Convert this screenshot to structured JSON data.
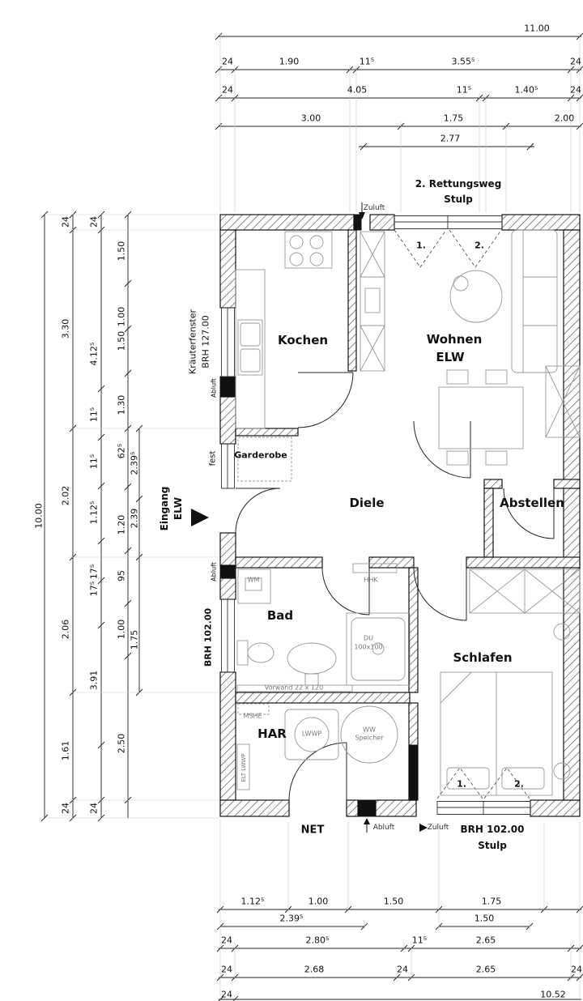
{
  "colors": {
    "ink": "#111111",
    "hatch": "#555555",
    "furniture": "#999999"
  },
  "rooms": {
    "kochen": "Kochen",
    "wohnen": "Wohnen",
    "wohnen_sub": "ELW",
    "garderobe": "Garderobe",
    "diele": "Diele",
    "abstellen": "Abstellen",
    "bad": "Bad",
    "schlafen": "Schlafen",
    "har": "HAR",
    "net": "NET"
  },
  "annotations": {
    "rettungsweg": "2. Rettungsweg",
    "stulp_top": "Stulp",
    "zuluft_top": "Zuluft",
    "sash1_top": "1.",
    "sash2_top": "2.",
    "kraeuterfenster": "Kräuterfenster",
    "brh127": "BRH 127.00",
    "abluft_left1": "Abluft",
    "fest": "fest",
    "eingang": "Eingang",
    "eingang_elw": "ELW",
    "abluft_left2": "Abluft",
    "brh102_left": "BRH 102.00",
    "wm": "WM",
    "hhk": "HHK",
    "du": "DU",
    "du_size": "100x100",
    "vorwand": "Vorwand 22 x 120",
    "mshe": "MSHE",
    "lwwp": "LWWP",
    "ww": "WW",
    "ww2": "Speicher",
    "elt": "ELT LWWP",
    "sash1_bottom": "1.",
    "sash2_bottom": "2.",
    "abluft_bottom": "Abluft",
    "zuluft_bottom": "Zuluft",
    "brh102_bottom": "BRH 102.00",
    "stulp_bottom": "Stulp"
  },
  "dims_top": {
    "total": "11.00",
    "row2": [
      "24",
      "1.90",
      "11⁵",
      "3.55⁵",
      "24"
    ],
    "row3": [
      "24",
      "4.05",
      "11⁵",
      "1.40⁵",
      "24"
    ],
    "row4": [
      "3.00",
      "1.75",
      "2.00"
    ],
    "row5": [
      "2.77"
    ]
  },
  "dims_left": {
    "total": "10.00",
    "chain_b": [
      "24",
      "3.30",
      "2.02",
      "2.06",
      "1.61",
      "24"
    ],
    "chain_c": [
      "24",
      "4.12⁵",
      "11⁵",
      "11⁵",
      "1.12⁵",
      "17⁵",
      "17⁵",
      "3.91",
      "24"
    ],
    "chain_d": [
      "1.50",
      "1.00",
      "1.50",
      "1.30",
      "62⁵",
      "1.20",
      "95",
      "1.00",
      "2.50"
    ],
    "chain_e": [
      "2.39⁵",
      "2.39",
      "1.75"
    ]
  },
  "dims_bottom": {
    "row1": [
      "1.12⁵",
      "1.00",
      "1.50",
      "1.75"
    ],
    "row2": [
      "2.39⁵",
      "1.50"
    ],
    "row3": [
      "24",
      "2.80⁵",
      "11⁵",
      "2.65"
    ],
    "row4": [
      "24",
      "2.68",
      "24",
      "2.65",
      "24"
    ],
    "row5": [
      "24",
      "10.52"
    ]
  }
}
